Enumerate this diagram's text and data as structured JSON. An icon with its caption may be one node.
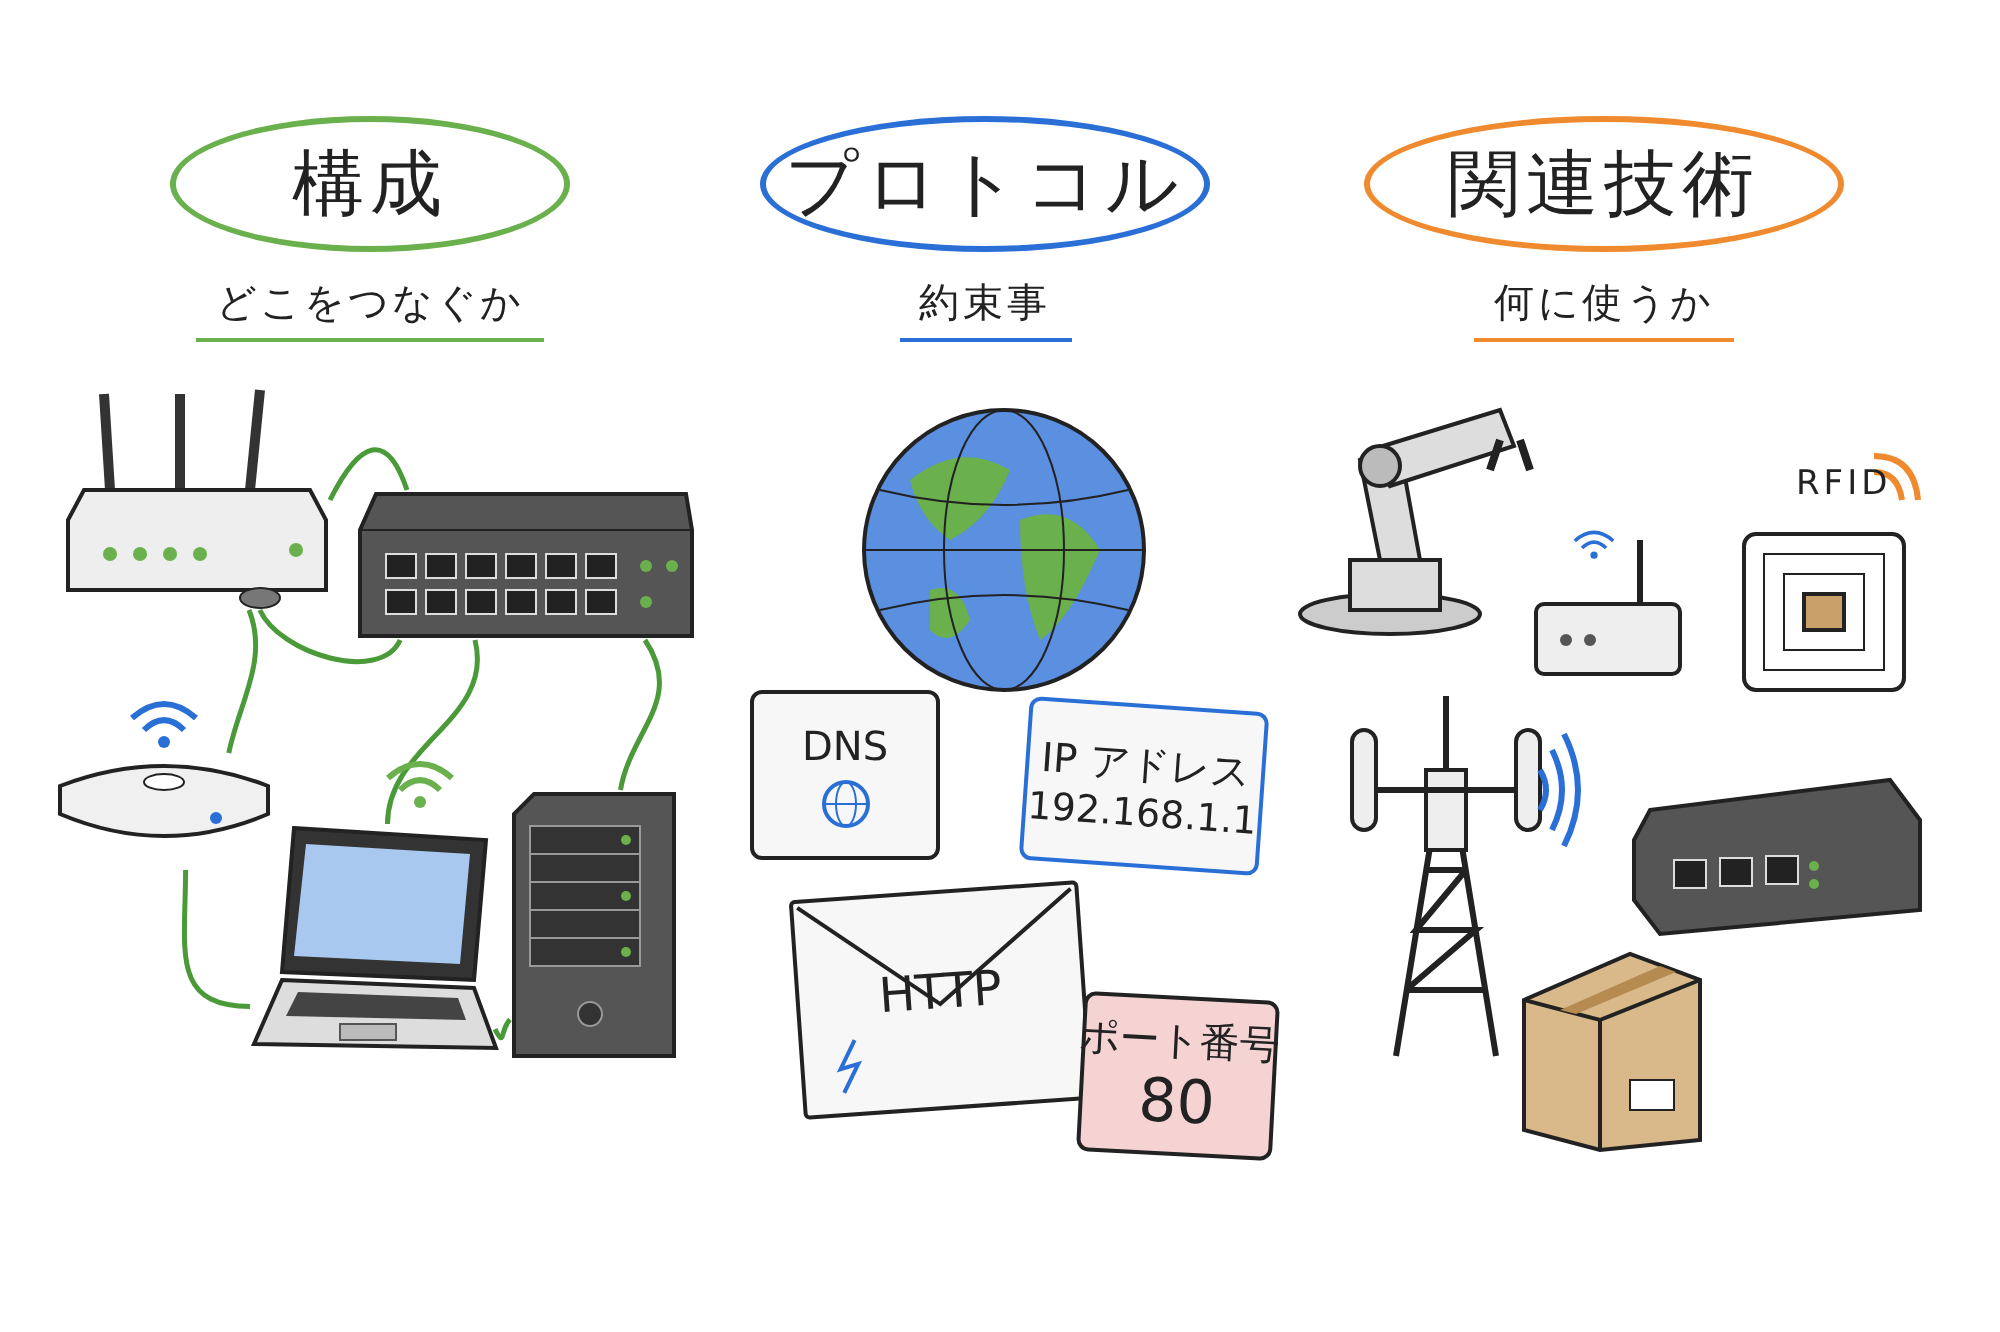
{
  "diagram": {
    "nodes": [
      {
        "text": [
          "構成"
        ],
        "beside": [
          "どこをつなぐか"
        ]
      },
      {
        "text": [
          "プロトコル"
        ],
        "beside": [
          "約束事"
        ]
      },
      {
        "text": [
          "関連技術"
        ],
        "beside": [
          "何に使うか"
        ]
      },
      {
        "text": [],
        "shape": "picture"
      },
      {
        "text": [],
        "shape": "picture"
      },
      {
        "text": [],
        "shape": "picture"
      },
      {
        "text": [],
        "shape": "picture"
      },
      {
        "text": [],
        "shape": "picture"
      },
      {
        "text": [
          "DNS"
        ]
      },
      {
        "text": [
          "IP アドレス",
          "192.168.1.1"
        ]
      },
      {
        "text": [
          "HTTP"
        ]
      },
      {
        "text": [
          "ポート番号",
          "80"
        ]
      }
    ],
    "edges": [
      {
        "from": 3,
        "to": 4,
        "arrow": "none"
      },
      {
        "from": 3,
        "to": 4,
        "arrow": "none"
      },
      {
        "from": 3,
        "to": 5,
        "arrow": "none"
      },
      {
        "from": 4,
        "to": 6,
        "arrow": "none"
      },
      {
        "from": 4,
        "to": 7,
        "arrow": "none"
      },
      {
        "from": 5,
        "to": 6,
        "arrow": "none"
      },
      {
        "from": 6,
        "to": 7,
        "arrow": "none"
      }
    ],
    "labels": [
      "RFID"
    ]
  }
}
